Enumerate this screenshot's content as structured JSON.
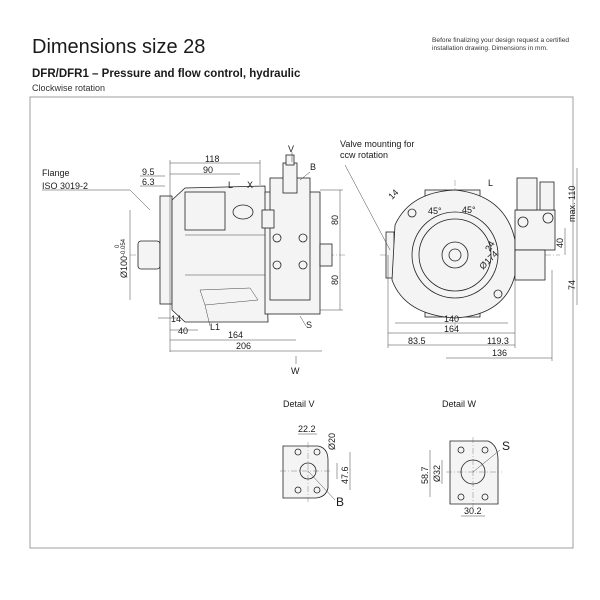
{
  "header": {
    "title": "Dimensions size 28",
    "note": "Before finalizing your design request a certified installation drawing. Dimensions in mm.",
    "subtitle": "DFR/DFR1 – Pressure and flow control, hydraulic",
    "rotation": "Clockwise rotation"
  },
  "side_view": {
    "flange_label": "Flange",
    "flange_standard": "ISO 3019-2",
    "dims": {
      "d118": "118",
      "d90": "90",
      "d9_5": "9.5",
      "d6_3": "6.3",
      "d80_top": "80",
      "d80_bottom": "80",
      "d14": "14",
      "d40": "40",
      "d164": "164",
      "d206": "206",
      "diameter": "Ø100",
      "tolerance_upper": "0",
      "tolerance_lower": "-0.054"
    },
    "labels": {
      "V": "V",
      "B": "B",
      "L": "L",
      "X": "X",
      "L1": "L1",
      "S": "S",
      "W": "W"
    }
  },
  "front_view": {
    "valve_note_line1": "Valve mounting for",
    "valve_note_line2": "ccw rotation",
    "dims": {
      "d14": "14",
      "a45_left": "45°",
      "a45_right": "45°",
      "d24": "24",
      "d174": "Ø174",
      "d140": "140",
      "d164": "164",
      "d83_5": "83.5",
      "d119_3": "119.3",
      "d136": "136",
      "max110": "max. 110",
      "d40": "40",
      "d74": "74"
    },
    "labels": {
      "L": "L"
    }
  },
  "detail_v": {
    "title": "Detail V",
    "d22_2": "22.2",
    "d20": "Ø20",
    "d47_6": "47.6",
    "port": "B"
  },
  "detail_w": {
    "title": "Detail W",
    "d58_7": "58.7",
    "d32": "Ø32",
    "d30_2": "30.2",
    "port": "S"
  }
}
